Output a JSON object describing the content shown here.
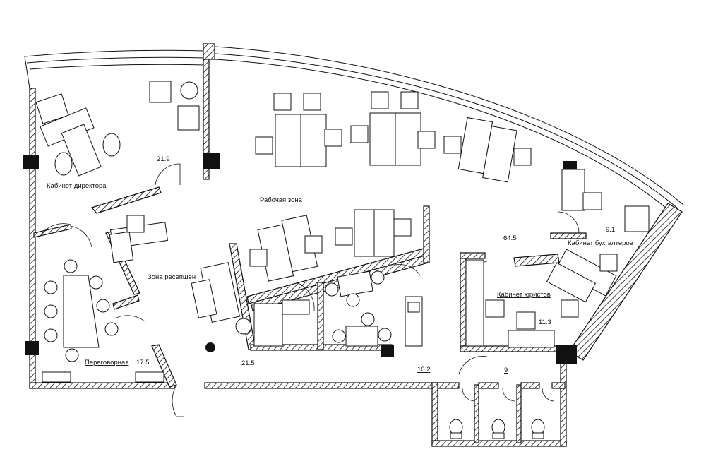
{
  "rooms": {
    "director_office": {
      "label": "Кабинет директора",
      "area": "21.9"
    },
    "work_zone": {
      "label": "Рабочая зона",
      "area": "64.5"
    },
    "reception_zone": {
      "label": "Зона ресепшен",
      "area": "21.5"
    },
    "meeting_room": {
      "label": "Переговорная",
      "area": "17.5"
    },
    "accountants_office": {
      "label": "Кабинет бухгалтеров",
      "area": "9.1"
    },
    "lawyers_office": {
      "label": "Кабинет юристов",
      "area": "11.3"
    },
    "corridor": {
      "area": "10.2"
    },
    "restrooms": {
      "area": "9"
    }
  }
}
